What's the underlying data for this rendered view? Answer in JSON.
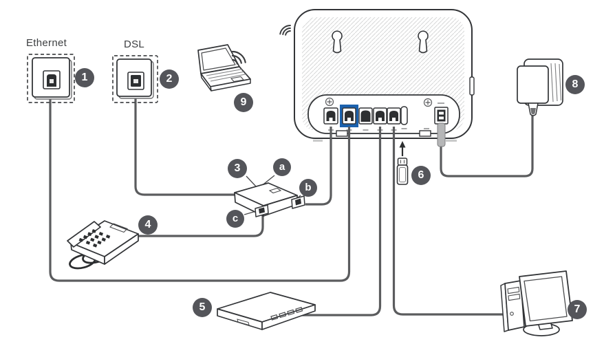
{
  "diagram": {
    "labels": {
      "ethernet": "Ethernet",
      "dsl": "DSL"
    },
    "callouts": [
      {
        "label": "1",
        "target": "ethernet-wall-jack"
      },
      {
        "label": "2",
        "target": "dsl-wall-jack"
      },
      {
        "label": "3",
        "target": "dsl-splitter"
      },
      {
        "label": "4",
        "target": "telephone"
      },
      {
        "label": "5",
        "target": "set-top-box"
      },
      {
        "label": "6",
        "target": "usb-storage-device"
      },
      {
        "label": "7",
        "target": "desktop-computer"
      },
      {
        "label": "8",
        "target": "power-adapter"
      },
      {
        "label": "9",
        "target": "wifi-laptop"
      },
      {
        "label": "a",
        "target": "splitter-line-port"
      },
      {
        "label": "b",
        "target": "splitter-modem-port"
      },
      {
        "label": "c",
        "target": "splitter-phone-port"
      }
    ],
    "colors": {
      "callout_bg": "#54555a",
      "callout_text": "#ffffff",
      "cable": "#5b5c5e",
      "outline": "#323437",
      "lan_highlight": "#1b61ad",
      "hatch": "#d6d7d8"
    }
  }
}
